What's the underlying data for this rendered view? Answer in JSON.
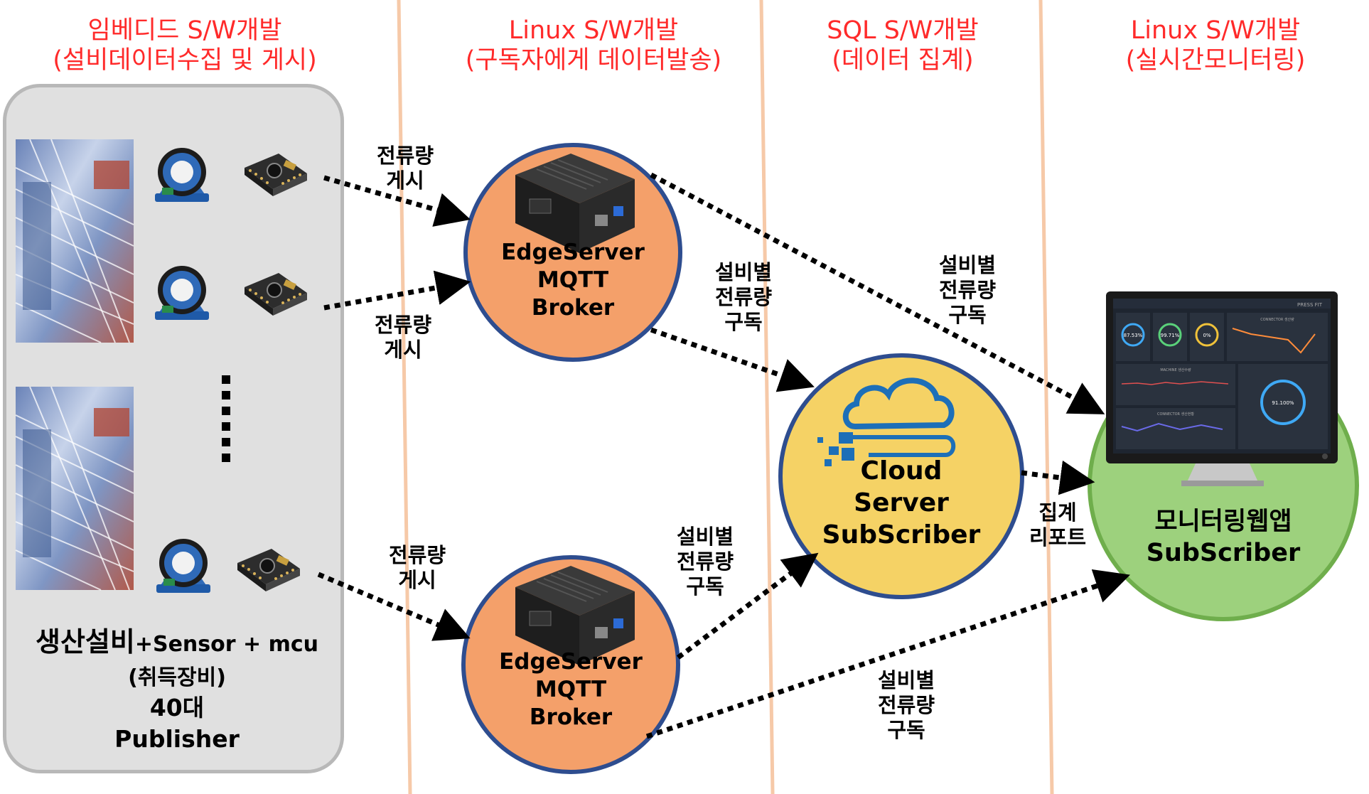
{
  "headers": [
    {
      "line1": "임베디드 S/W개발",
      "line2": "(설비데이터수집 및 게시)"
    },
    {
      "line1": "Linux S/W개발",
      "line2": "(구독자에게 데이터발송)"
    },
    {
      "line1": "SQL S/W개발",
      "line2": "(데이터 집계)"
    },
    {
      "line1": "Linux S/W개발",
      "line2": "(실시간모니터링)"
    }
  ],
  "publisher_box": {
    "line1_main": "생산설비",
    "line1_rest": "+Sensor + mcu",
    "line2": "(취득장비)",
    "line3": "40대",
    "line4": "Publisher"
  },
  "edge_server_top": {
    "line1": "EdgeServer",
    "line2": "MQTT",
    "line3": "Broker"
  },
  "edge_server_bottom": {
    "line1": "EdgeServer",
    "line2": "MQTT",
    "line3": "Broker"
  },
  "cloud_server": {
    "line1": "Cloud",
    "line2": "Server",
    "line3": "SubScriber"
  },
  "monitor_app": {
    "line1": "모니터링웹앱",
    "line2": "SubScriber"
  },
  "arrow_labels": {
    "publish_top": {
      "line1": "전류량",
      "line2": "게시"
    },
    "publish_mid": {
      "line1": "전류량",
      "line2": "게시"
    },
    "publish_bottom": {
      "line1": "전류량",
      "line2": "게시"
    },
    "sub_edge1_cloud": {
      "line1": "설비별",
      "line2": "전류량",
      "line3": "구독"
    },
    "sub_edge1_monitor": {
      "line1": "설비별",
      "line2": "전류량",
      "line3": "구독"
    },
    "sub_edge2_cloud": {
      "line1": "설비별",
      "line2": "전류량",
      "line3": "구독"
    },
    "sub_edge2_monitor": {
      "line1": "설비별",
      "line2": "전류량",
      "line3": "구독"
    },
    "report": {
      "line1": "집계",
      "line2": "리포트"
    }
  },
  "dashboard": {
    "brand": "PRESS FIT",
    "gauge_values": [
      "87.53%",
      "99.71%",
      "0%"
    ],
    "panel_titles": [
      "CONNECTOR 생산량",
      "MACHINE 생산수량",
      "CONNECTOR 생산현황"
    ],
    "ratio_value": "91.100%"
  },
  "colors": {
    "header_red": "#ff2a2a",
    "edge_orange": "#f4a06a",
    "cloud_yellow": "#f5d265",
    "monitor_green": "#9dd17d",
    "circle_stroke_blue": "#2e4d8f",
    "monitor_stroke_green": "#6fae4c",
    "lane_line": "#f6c9a8",
    "publisher_bg": "#e0e0e0"
  }
}
